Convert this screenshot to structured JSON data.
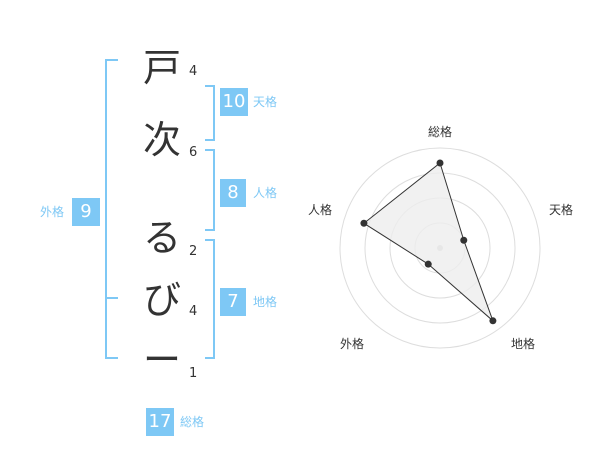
{
  "name": {
    "characters": [
      {
        "char": "戸",
        "strokes": "4"
      },
      {
        "char": "次",
        "strokes": "6"
      },
      {
        "char": "る",
        "strokes": "2"
      },
      {
        "char": "び",
        "strokes": "4"
      },
      {
        "char": "ー",
        "strokes": "1"
      }
    ]
  },
  "fortune": {
    "tenkaku": {
      "value": "10",
      "label": "天格"
    },
    "jinkaku": {
      "value": "8",
      "label": "人格"
    },
    "chikaku": {
      "value": "7",
      "label": "地格"
    },
    "gaikaku": {
      "value": "9",
      "label": "外格"
    },
    "soukaku": {
      "value": "17",
      "label": "総格"
    }
  },
  "colors": {
    "accent": "#7ec8f5",
    "text": "#333333",
    "grid": "#dddddd",
    "polygon_fill": "#eeeeee"
  },
  "chart_data": {
    "type": "radar",
    "axes": [
      "総格",
      "天格",
      "地格",
      "外格",
      "人格"
    ],
    "values": [
      0.85,
      0.25,
      0.9,
      0.2,
      0.8
    ],
    "rings": 4,
    "grid": true
  }
}
